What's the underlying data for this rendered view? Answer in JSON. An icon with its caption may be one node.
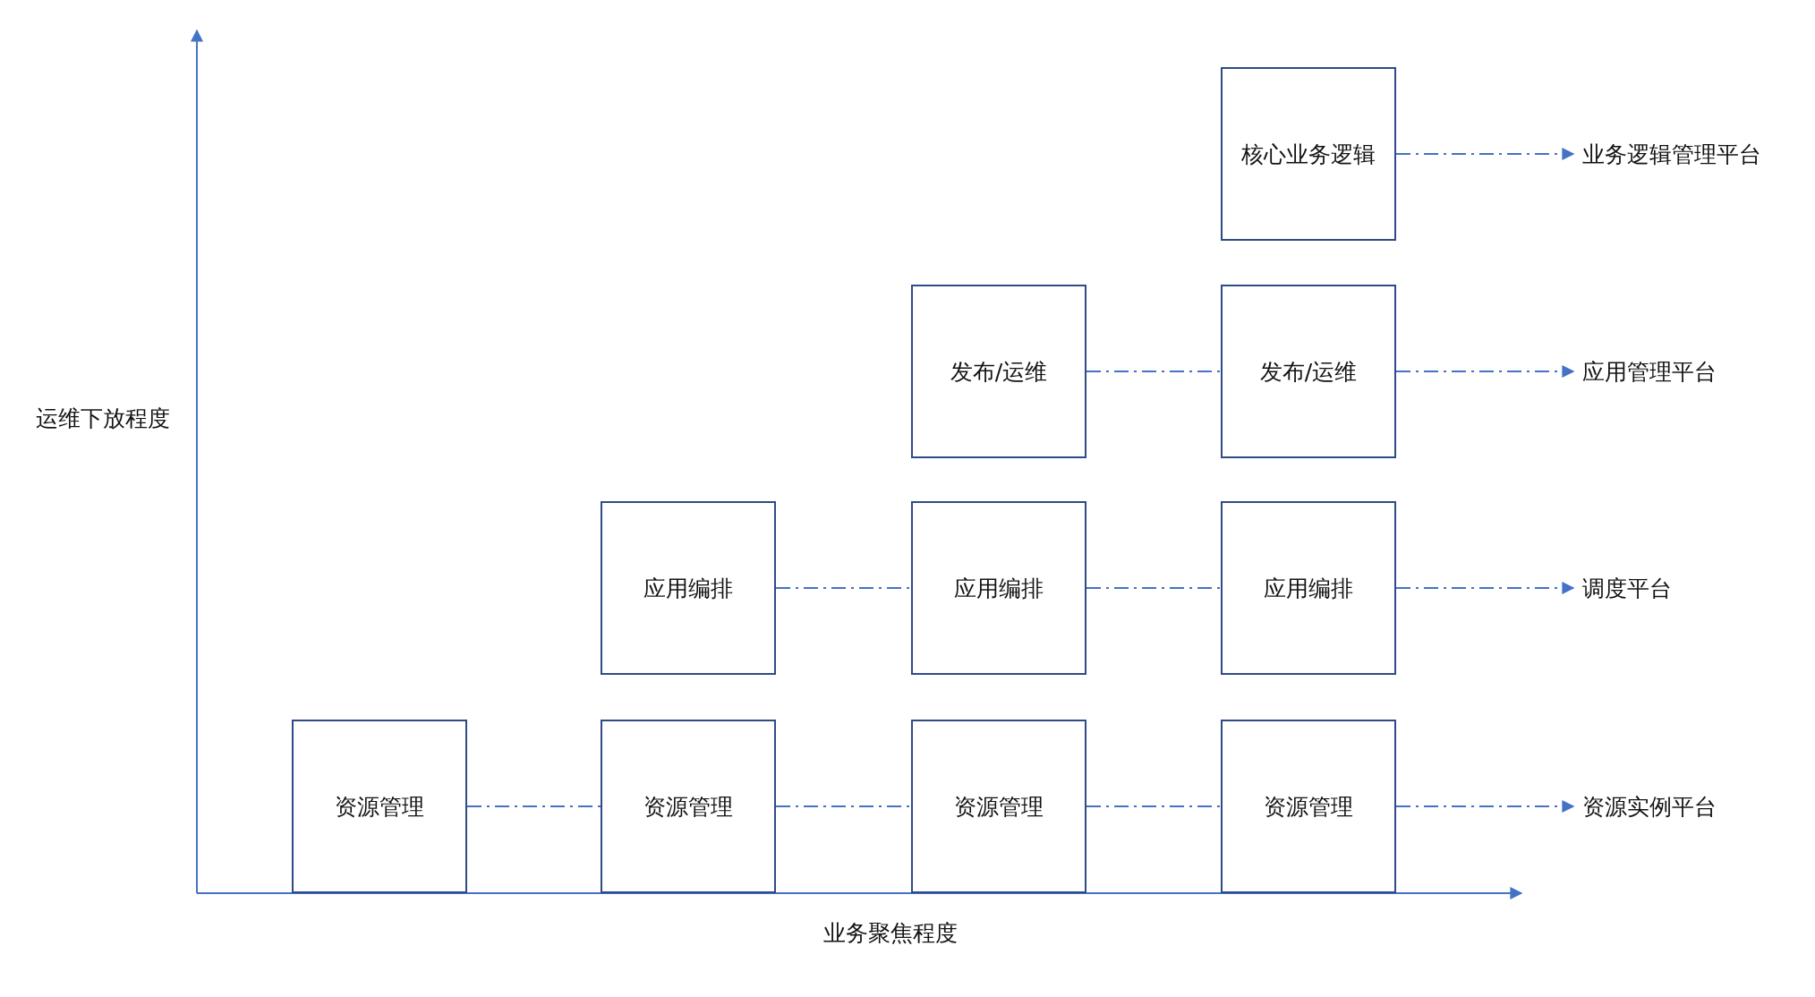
{
  "diagram": {
    "nodes": [
      {
        "text": [
          "核心业务逻辑"
        ]
      },
      {
        "text": [
          "业务逻辑管理平台"
        ]
      },
      {
        "text": [
          "发布/运维"
        ]
      },
      {
        "text": [
          "发布/运维"
        ]
      },
      {
        "text": [
          "应用管理平台"
        ]
      },
      {
        "text": [
          "应用编排"
        ]
      },
      {
        "text": [
          "应用编排"
        ]
      },
      {
        "text": [
          "应用编排"
        ]
      },
      {
        "text": [
          "调度平台"
        ]
      },
      {
        "text": [
          "资源管理"
        ]
      },
      {
        "text": [
          "资源管理"
        ]
      },
      {
        "text": [
          "资源管理"
        ]
      },
      {
        "text": [
          "资源管理"
        ]
      },
      {
        "text": [
          "资源实例平台"
        ]
      }
    ],
    "edges": [
      {
        "from": 0,
        "to": 1,
        "arrow": "to"
      },
      {
        "from": 2,
        "to": 3,
        "arrow": "none"
      },
      {
        "from": 3,
        "to": 4,
        "arrow": "to"
      },
      {
        "from": 5,
        "to": 6,
        "arrow": "none"
      },
      {
        "from": 6,
        "to": 7,
        "arrow": "none"
      },
      {
        "from": 7,
        "to": 8,
        "arrow": "to"
      },
      {
        "from": 9,
        "to": 10,
        "arrow": "none"
      },
      {
        "from": 10,
        "to": 11,
        "arrow": "none"
      },
      {
        "from": 11,
        "to": 12,
        "arrow": "none"
      },
      {
        "from": 12,
        "to": 13,
        "arrow": "to"
      }
    ],
    "labels": [
      "运维下放程度",
      "业务聚焦程度"
    ]
  }
}
